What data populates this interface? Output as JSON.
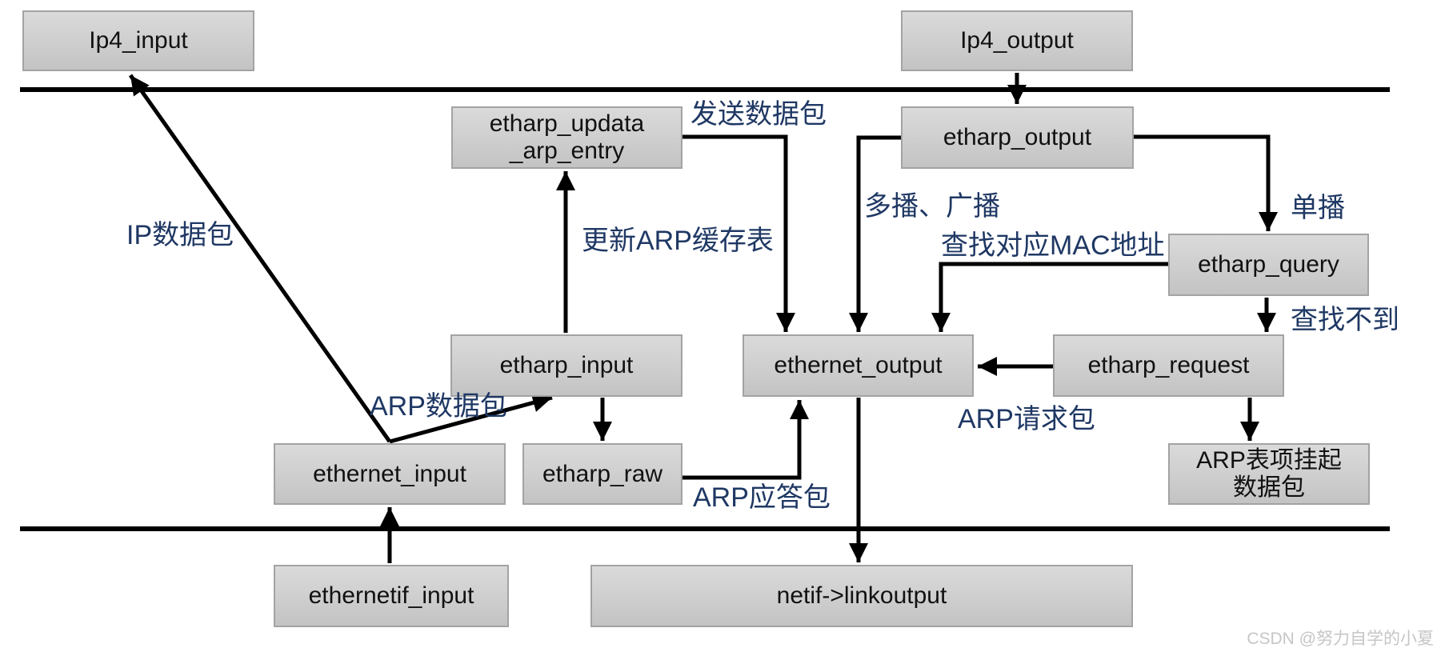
{
  "diagram": {
    "boxes": {
      "ip4_input": {
        "label": "Ip4_input"
      },
      "ip4_output": {
        "label": "Ip4_output"
      },
      "etharp_updata": {
        "line1": "etharp_updata",
        "line2": "_arp_entry"
      },
      "etharp_output": {
        "label": "etharp_output"
      },
      "etharp_query": {
        "label": "etharp_query"
      },
      "etharp_input": {
        "label": "etharp_input"
      },
      "ethernet_output": {
        "label": "ethernet_output"
      },
      "etharp_request": {
        "label": "etharp_request"
      },
      "ethernet_input": {
        "label": "ethernet_input"
      },
      "etharp_raw": {
        "label": "etharp_raw"
      },
      "arp_pending": {
        "line1": "ARP表项挂起",
        "line2": "数据包"
      },
      "ethernetif_input": {
        "label": "ethernetif_input"
      },
      "netif_linkoutput": {
        "label": "netif->linkoutput"
      }
    },
    "edge_labels": {
      "ip_data_packet": "IP数据包",
      "arp_data_packet": "ARP数据包",
      "send_packet": "发送数据包",
      "update_arp_cache": "更新ARP缓存表",
      "multicast_broadcast": "多播、广播",
      "unicast": "单播",
      "find_mac_address": "查找对应MAC地址",
      "not_found": "查找不到",
      "arp_request_packet": "ARP请求包",
      "arp_reply_packet": "ARP应答包"
    },
    "watermark": "CSDN @努力自学的小夏",
    "colors": {
      "edge_label_text": "#1f3864",
      "box_border": "#a3a3a3",
      "box_fill": "#cecece",
      "line": "#000000",
      "watermark_text": "#c6c6c6"
    }
  }
}
